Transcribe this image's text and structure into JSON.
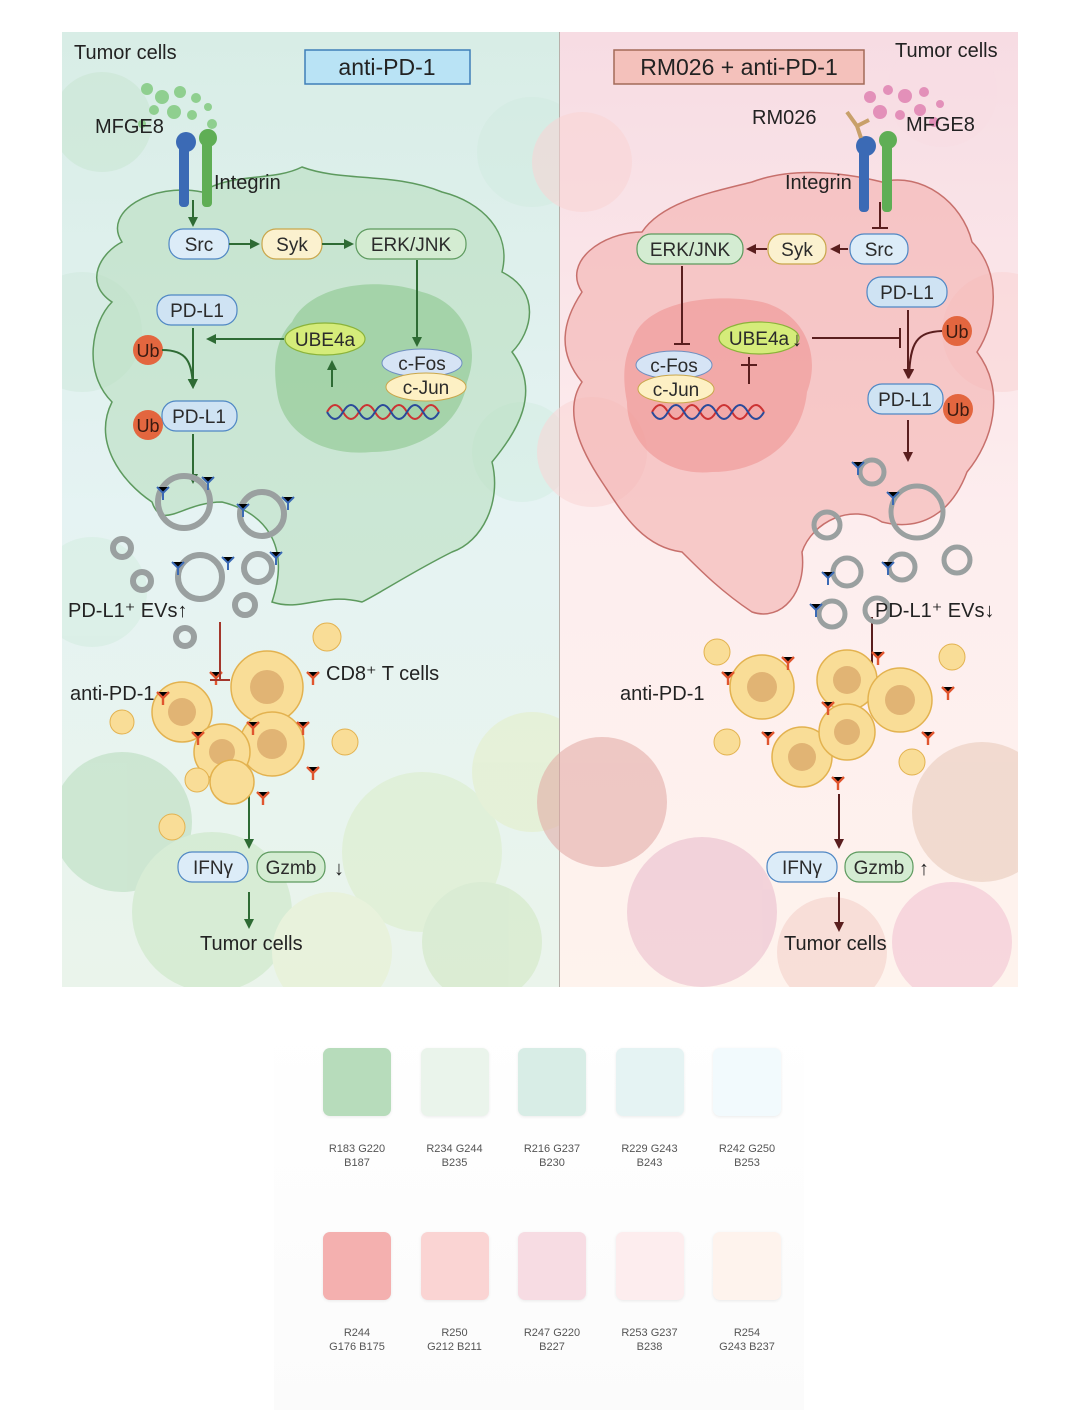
{
  "left_panel": {
    "header": "anti-PD-1",
    "tumor_cells_top": "Tumor cells",
    "mfge8": "MFGE8",
    "integrin": "Integrin",
    "src": "Src",
    "syk": "Syk",
    "erk_jnk": "ERK/JNK",
    "pdl1_top": "PD-L1",
    "ube4a": "UBE4a",
    "ub_free": "Ub",
    "ub_bound": "Ub",
    "pdl1_ub": "PD-L1",
    "c_fos": "c-Fos",
    "c_jun": "c-Jun",
    "pdl1_evs": "PD-L1⁺ EVs↑",
    "cd8": "CD8⁺ T cells",
    "anti_pd1": "anti-PD-1",
    "ifng": "IFNγ",
    "gzmb": "Gzmb",
    "effect_arrow": "↓",
    "tumor_cells_bottom": "Tumor cells"
  },
  "right_panel": {
    "header": "RM026 + anti-PD-1",
    "tumor_cells_top": "Tumor cells",
    "rm026": "RM026",
    "mfge8": "MFGE8",
    "integrin": "Integrin",
    "src": "Src",
    "syk": "Syk",
    "erk_jnk": "ERK/JNK",
    "pdl1_top": "PD-L1",
    "ube4a": "UBE4a",
    "ube4a_arrow": "↓",
    "ub_free": "Ub",
    "ub_bound": "Ub",
    "pdl1_ub": "PD-L1",
    "c_fos": "c-Fos",
    "c_jun": "c-Jun",
    "pdl1_evs": "PD-L1⁺ EVs↓",
    "anti_pd1": "anti-PD-1",
    "ifng": "IFNγ",
    "gzmb": "Gzmb",
    "effect_arrow": "↑",
    "tumor_cells_bottom": "Tumor cells"
  },
  "palette": {
    "green_row": [
      {
        "label": "R183 G220\nB187",
        "color": "#b7dcbb"
      },
      {
        "label": "R234 G244\nB235",
        "color": "#eaf4eb"
      },
      {
        "label": "R216 G237\nB230",
        "color": "#d8ede6"
      },
      {
        "label": "R229 G243\nB243",
        "color": "#e5f3f3"
      },
      {
        "label": "R242 G250\nB253",
        "color": "#f2fafd"
      }
    ],
    "pink_row": [
      {
        "label": "R244\nG176 B175",
        "color": "#f4b0af"
      },
      {
        "label": "R250\nG212 B211",
        "color": "#fad4d3"
      },
      {
        "label": "R247 G220\nB227",
        "color": "#f7dce3"
      },
      {
        "label": "R253 G237\nB238",
        "color": "#fdedee"
      },
      {
        "label": "R254\nG243 B237",
        "color": "#fef3ed"
      }
    ]
  }
}
